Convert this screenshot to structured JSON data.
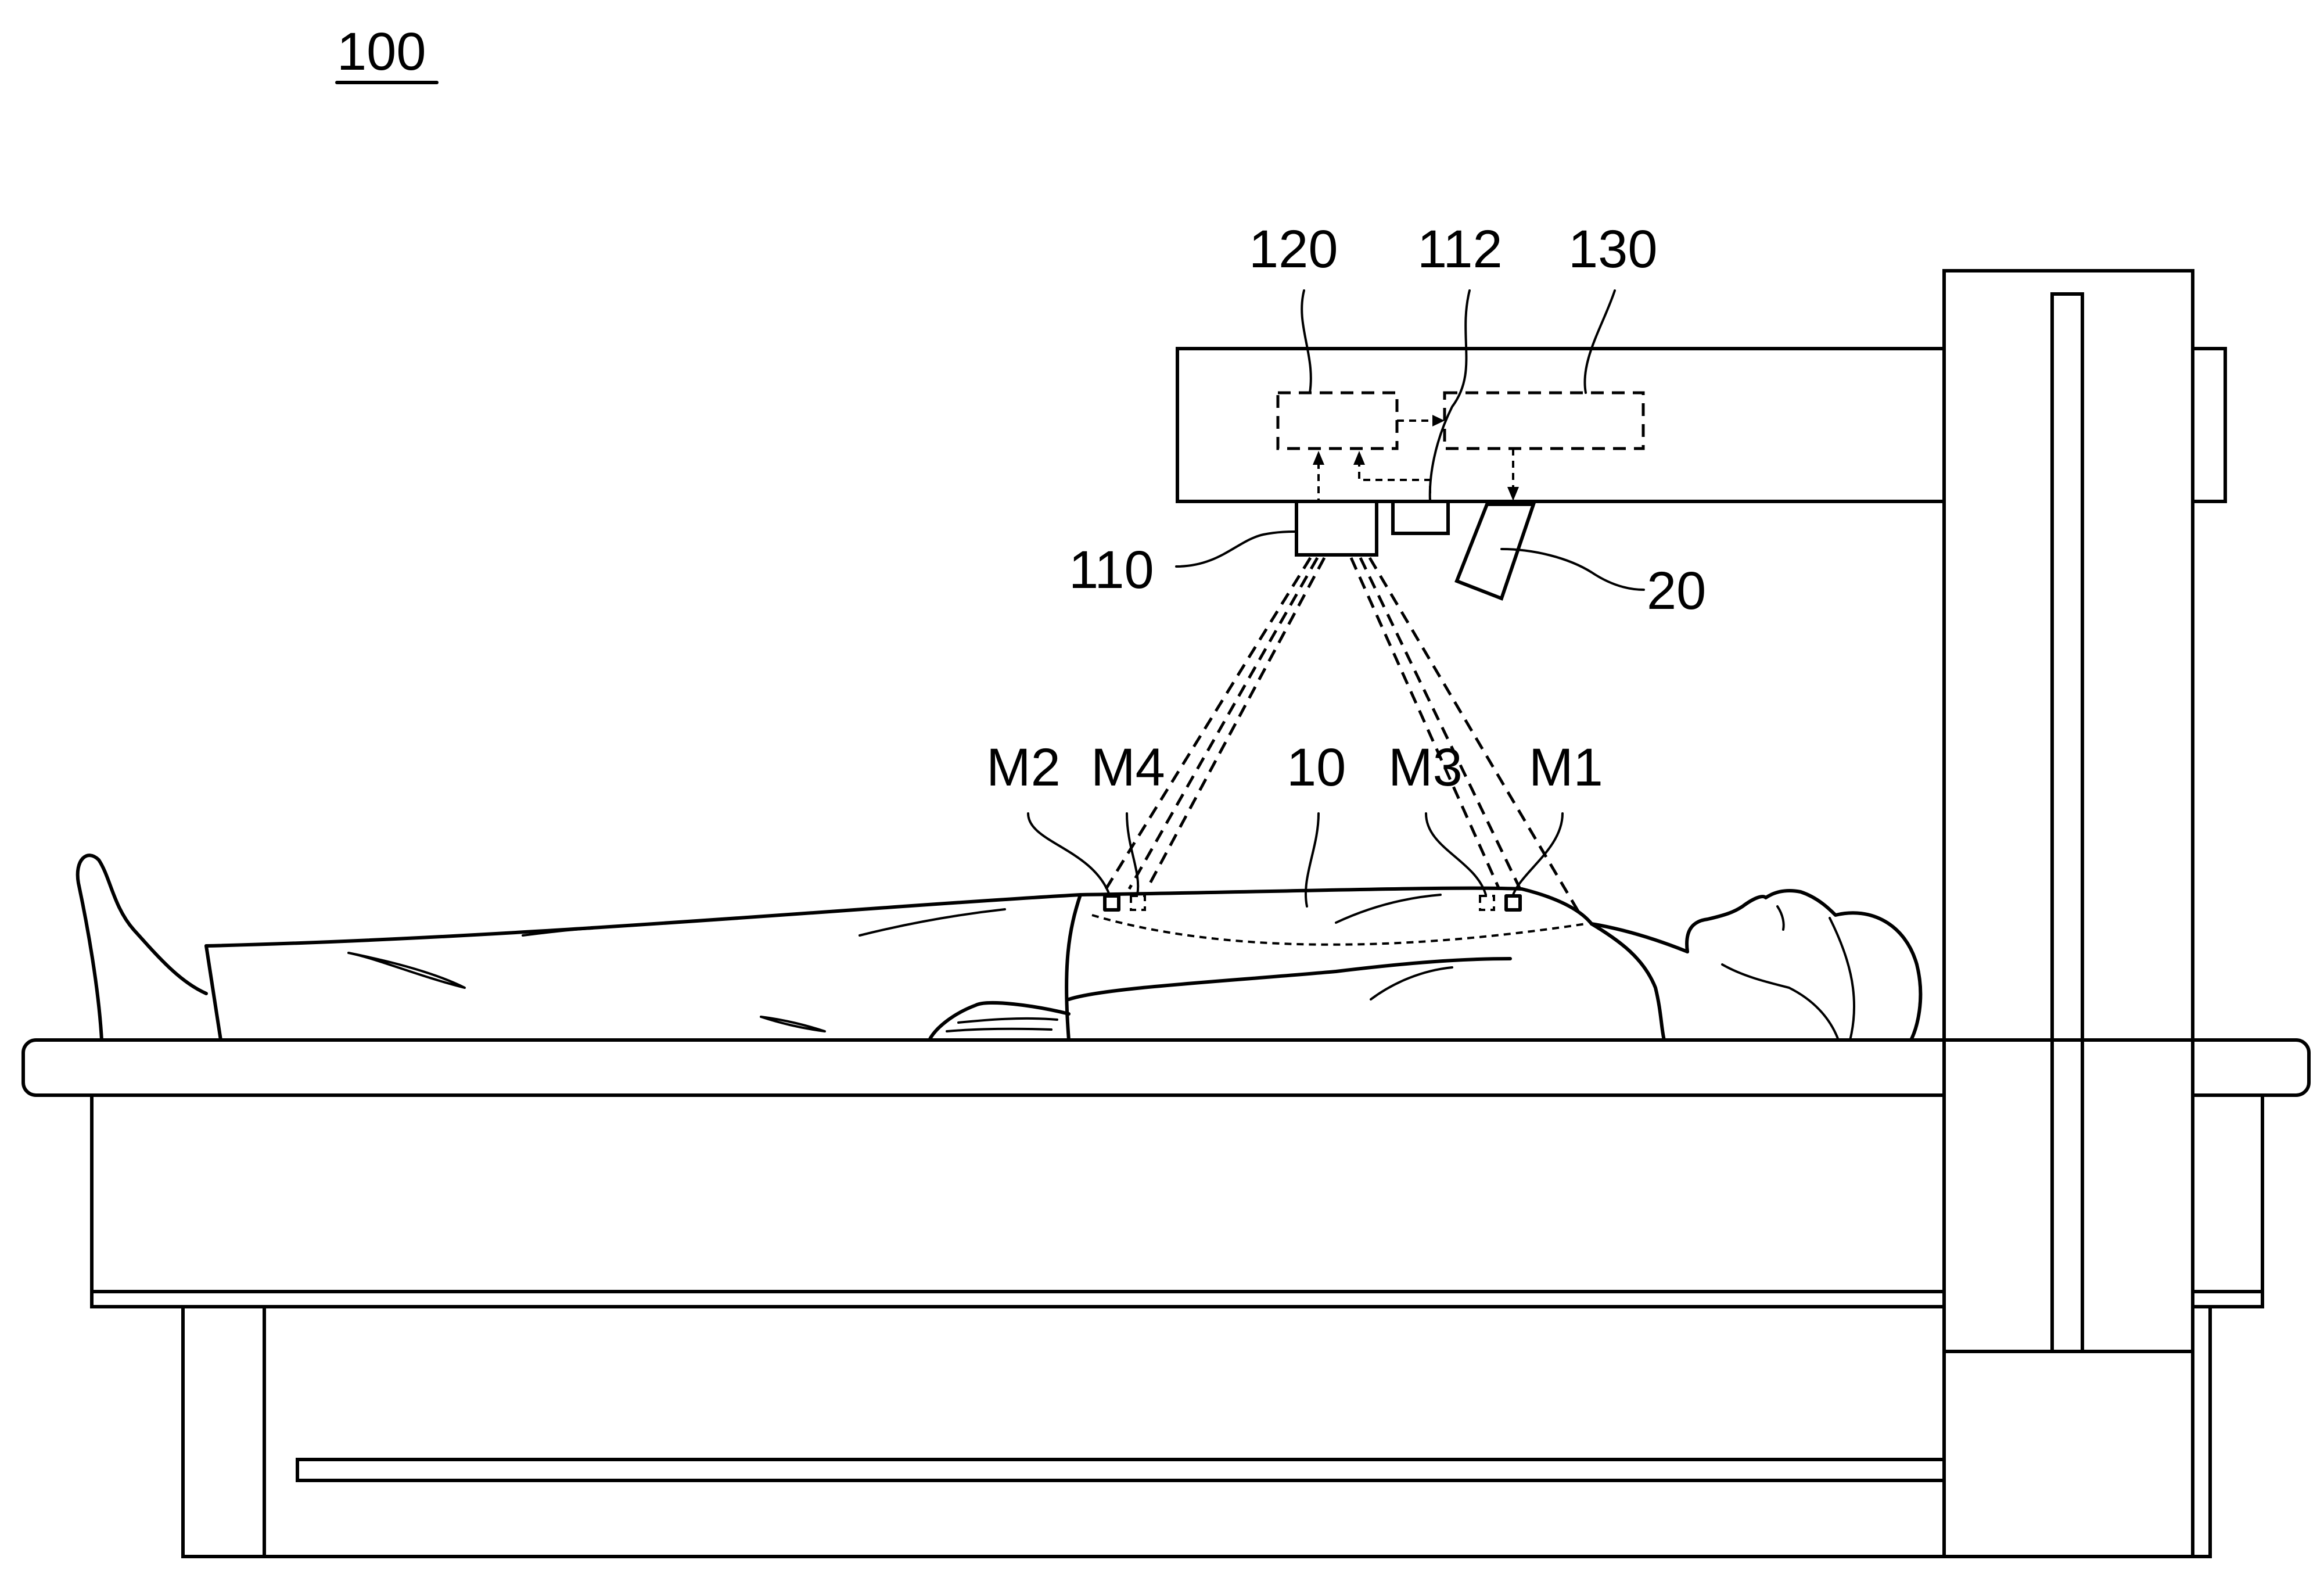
{
  "figure": {
    "ref_label": "100",
    "labels": {
      "block_120": "120",
      "sensor_112": "112",
      "block_130": "130",
      "camera_110": "110",
      "projector_20": "20",
      "marker_m2": "M2",
      "marker_m4": "M4",
      "patient_10": "10",
      "marker_m3": "M3",
      "marker_m1": "M1"
    }
  },
  "colors": {
    "line": "#000000",
    "background": "#ffffff"
  }
}
